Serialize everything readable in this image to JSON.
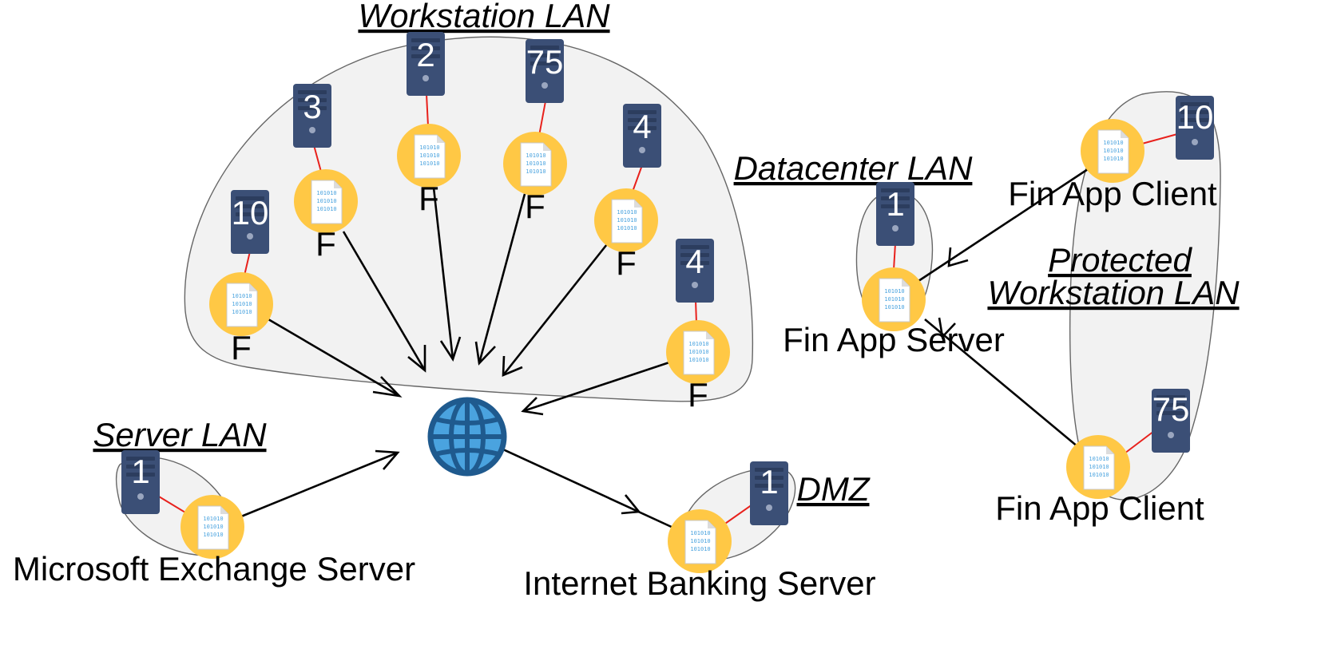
{
  "zones": {
    "workstation": "Workstation LAN",
    "datacenter": "Datacenter LAN",
    "protected_line1": "Protected",
    "protected_line2": "Workstation LAN",
    "server": "Server LAN",
    "dmz": "DMZ"
  },
  "file_text": "101010",
  "workstation_nodes": [
    {
      "count": "10",
      "label": "F"
    },
    {
      "count": "3",
      "label": "F"
    },
    {
      "count": "2",
      "label": "F"
    },
    {
      "count": "75",
      "label": "F"
    },
    {
      "count": "4",
      "label": "F"
    },
    {
      "count": "4",
      "label": "F"
    }
  ],
  "datacenter_node": {
    "count": "1",
    "label": "Fin App Server"
  },
  "fin_client_top": {
    "count": "10",
    "label": "Fin App Client"
  },
  "fin_client_bottom": {
    "count": "75",
    "label": "Fin App Client"
  },
  "exchange_node": {
    "count": "1",
    "label": "Microsoft Exchange Server"
  },
  "banking_node": {
    "count": "1",
    "label": "Internet Banking Server"
  },
  "colors": {
    "zone_fill": "#f2f2f2",
    "server_icon": "#3b4f76",
    "file_circle": "#ffc845",
    "link_red": "#e8211c",
    "globe_blue": "#4aa3df",
    "globe_dark": "#1f5a8e"
  },
  "icons": [
    "server-icon",
    "binary-file-icon",
    "globe-icon"
  ]
}
